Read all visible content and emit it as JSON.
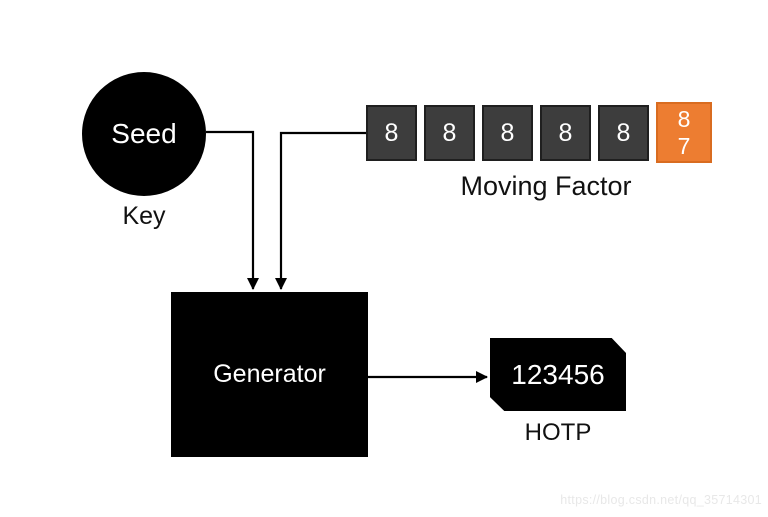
{
  "diagram": {
    "seed": {
      "label": "Seed"
    },
    "key_label": "Key",
    "moving_factor": {
      "label": "Moving Factor",
      "cells": [
        {
          "digit": "8"
        },
        {
          "digit": "8"
        },
        {
          "digit": "8"
        },
        {
          "digit": "8"
        },
        {
          "digit": "8"
        }
      ],
      "counter_cell": {
        "top_digit": "8",
        "bottom_digit": "7"
      }
    },
    "generator": {
      "label": "Generator"
    },
    "hotp": {
      "value": "123456",
      "label": "HOTP"
    }
  },
  "colors": {
    "node_fill": "#000000",
    "node_text": "#ffffff",
    "cell_fill": "#3d3d3d",
    "cell_border": "#1f1f1f",
    "counter_cell_fill": "#ed7d31",
    "counter_cell_border": "#d96c20",
    "connector": "#000000",
    "background": "#ffffff"
  },
  "watermark": "https://blog.csdn.net/qq_35714301"
}
